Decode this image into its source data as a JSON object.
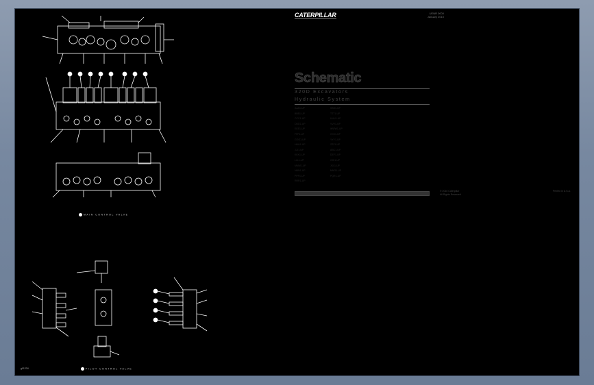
{
  "brand": {
    "logo_text": "CATERPILLAR"
  },
  "document": {
    "title": "Schematic",
    "subtitle_line1": "320D Excavators",
    "subtitle_line2": "Hydraulic System",
    "top_right_info": [
      "UENR 0000",
      "January 2010"
    ],
    "serial_prefixes_left": [
      "AAA1-UP",
      "BBB1-UP",
      "CCC1-UP",
      "DDD1-UP",
      "EEE1-UP",
      "FFF1-UP",
      "GGG1-UP",
      "HHH1-UP",
      "JJJ1-UP",
      "KKK1-UP",
      "LLL1-UP",
      "MMM1-UP",
      "NNN1-UP",
      "PPP1-UP",
      "RRR1-UP"
    ],
    "serial_prefixes_right": [
      "SSS1-UP",
      "TTT1-UP",
      "UUU1-UP",
      "VVV1-UP",
      "WWW1-UP",
      "XXX1-UP",
      "YYY1-UP",
      "ZZZ1-UP",
      "ABC1-UP",
      "DEF1-UP",
      "GHI1-UP",
      "JKL1-UP",
      "MNO1-UP",
      "PQR1-UP"
    ],
    "notice_text": [
      "© 2010 Caterpillar",
      "All Rights Reserved"
    ],
    "page_ref": "Printed in U.S.A."
  },
  "drawings": {
    "caption_upper": "MAIN CONTROL VALVE",
    "caption_lower": "PILOT CONTROL VALVE",
    "footer_id": "g01234"
  },
  "colors": {
    "background": "#000000",
    "frame": "#7788a0",
    "line": "#ffffff",
    "text_dim": "#444444"
  }
}
